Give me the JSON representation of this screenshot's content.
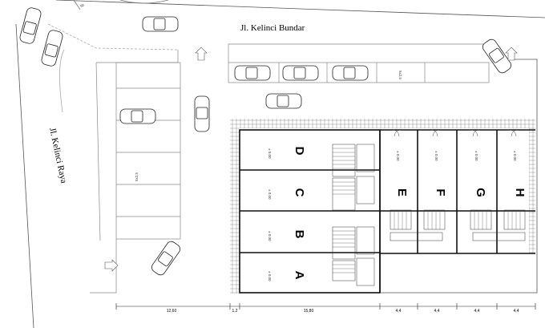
{
  "streets": {
    "north": "Jl. Kelinci Bundar",
    "west": "Jl. Kelinci Raya"
  },
  "units_west": [
    "D",
    "C",
    "B",
    "A"
  ],
  "units_east": [
    "E",
    "F",
    "G",
    "H"
  ],
  "dimensions": [
    "12,60",
    "1,2",
    "15,80",
    "4,4",
    "4,4",
    "4,4",
    "4,4"
  ],
  "elevation_label": "± 0.00",
  "parking_label": "5x2,5",
  "colors": {
    "line": "#000000",
    "light_line": "#9a9a9a",
    "wall": "#111111"
  }
}
